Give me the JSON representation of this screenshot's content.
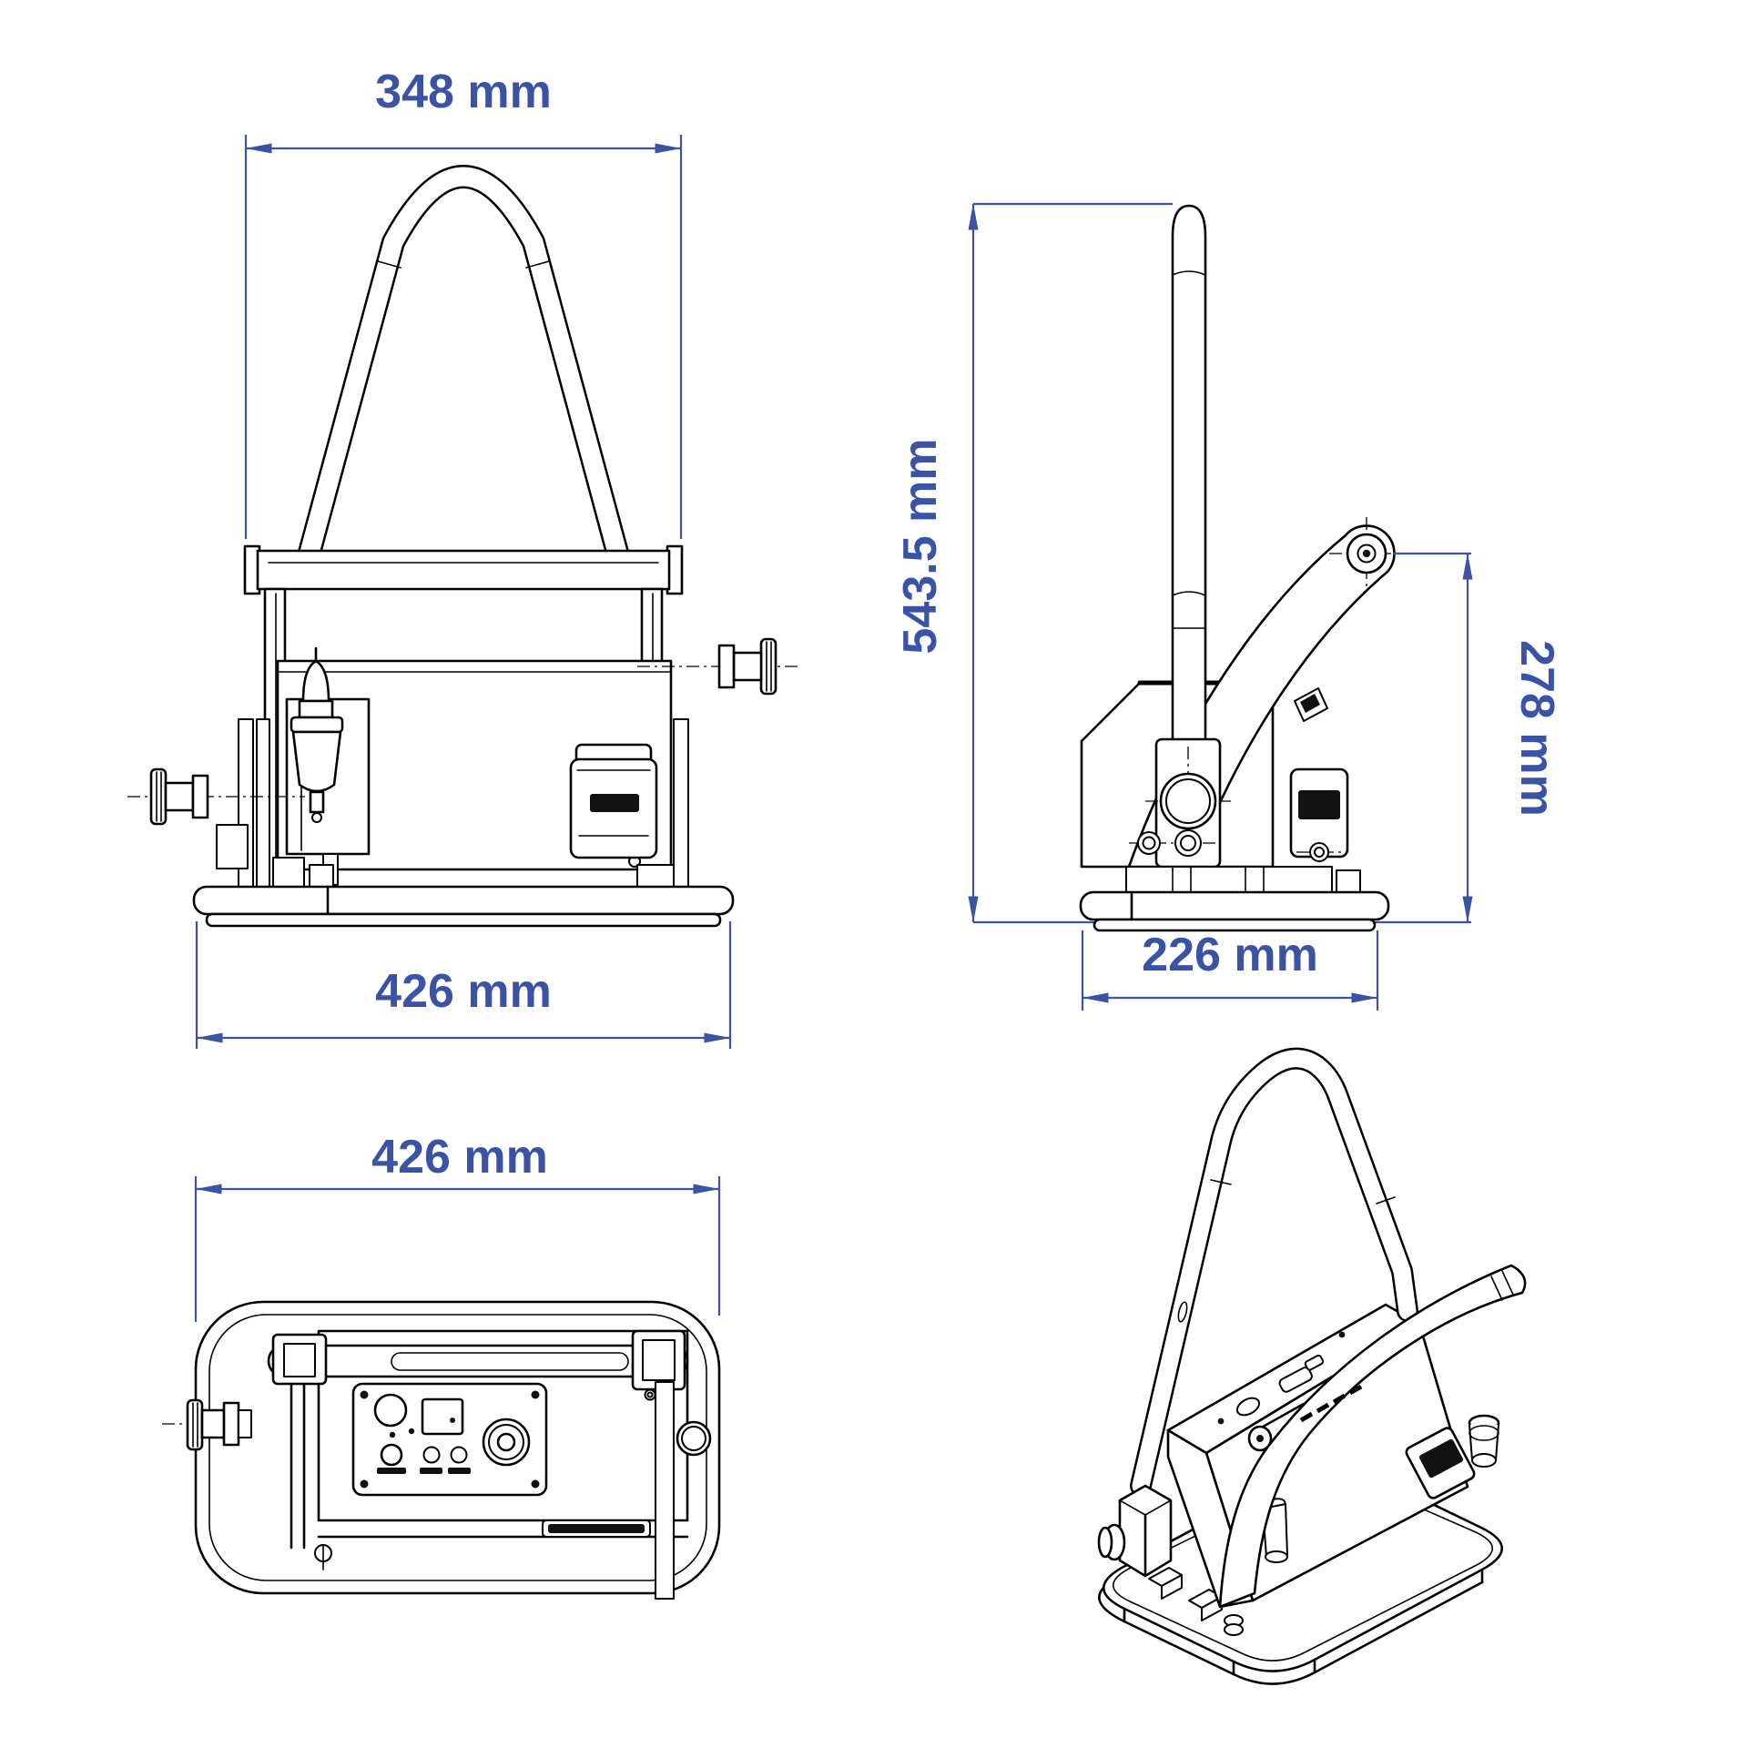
{
  "drawing": {
    "type": "technical-dimension-drawing",
    "subject": "vacuum-lifter-four-view-drawing",
    "colors": {
      "dimension": "#3a53a4",
      "line": "#000000",
      "background": "#ffffff"
    },
    "views": {
      "front": {
        "label": "front-view"
      },
      "side": {
        "label": "side-view"
      },
      "top": {
        "label": "top-view"
      },
      "isometric": {
        "label": "isometric-view"
      }
    },
    "dimensions": {
      "front_handle_width": "348 mm",
      "front_base_width": "426 mm",
      "side_overall_height": "543.5 mm",
      "side_lever_pivot_height": "278 mm",
      "side_base_depth": "226 mm",
      "top_base_width": "426 mm"
    }
  }
}
